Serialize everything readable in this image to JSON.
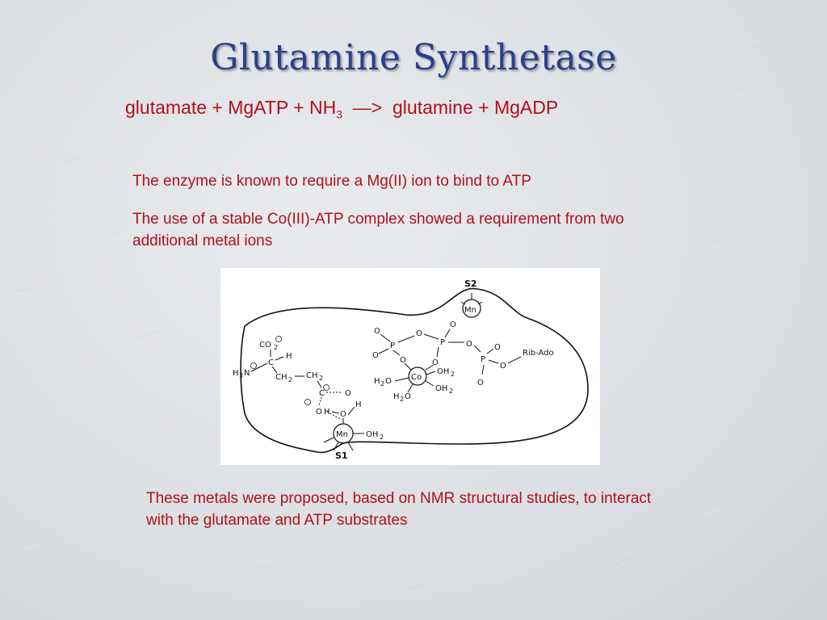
{
  "slide": {
    "title": "Glutamine Synthetase",
    "equation": {
      "part1": "glutamate + MgATP + NH",
      "subscript": "3",
      "part2": "  —>  glutamine + MgADP"
    },
    "bullets": [
      "The enzyme is known to require a Mg(II) ion to bind to ATP",
      "The use of a stable Co(III)-ATP complex showed a requirement from two additional metal ions",
      "These metals were proposed, based on NMR structural studies, to interact with the glutamate and ATP substrates"
    ],
    "colors": {
      "title": "#2b3f8e",
      "text": "#b0101a",
      "background": "#dcdfe3"
    }
  },
  "figure": {
    "labels": {
      "s2": "S2",
      "s1": "S1",
      "mn_top": "Mn",
      "mn_bottom": "Mn",
      "co": "Co",
      "co2": "CO",
      "co2_sub": "2",
      "h_top": "H",
      "h3n": "H",
      "h3n_sub": "3",
      "h3n_n": "N",
      "ch2_a": "CH",
      "ch2_a_sub": "2",
      "ch2_b": "CH",
      "ch2_b_sub": "2",
      "c": "C",
      "o_carb1": "O",
      "o_carb2": "O",
      "h_wat": "H",
      "h_wat2": "H",
      "o_wat": "O",
      "oh2_mn": "OH",
      "oh2_mn_sub": "2",
      "p1": "P",
      "p2": "P",
      "p3": "P",
      "o_a": "O",
      "o_b": "O",
      "o_c": "O",
      "o_d": "O",
      "o_e": "O",
      "o_f": "O",
      "o_g": "O",
      "o_h": "O",
      "o_i": "O",
      "o_j": "O",
      "o_k": "O",
      "rib_ado": "Rib-Ado",
      "h2o_1": "H",
      "h2o_1_sub": "2",
      "h2o_1_o": "O",
      "h2o_2": "H",
      "h2o_2_sub": "2",
      "h2o_2_o": "O",
      "oh2_1": "OH",
      "oh2_1_sub": "2",
      "oh2_2": "OH",
      "oh2_2_sub": "2"
    }
  }
}
